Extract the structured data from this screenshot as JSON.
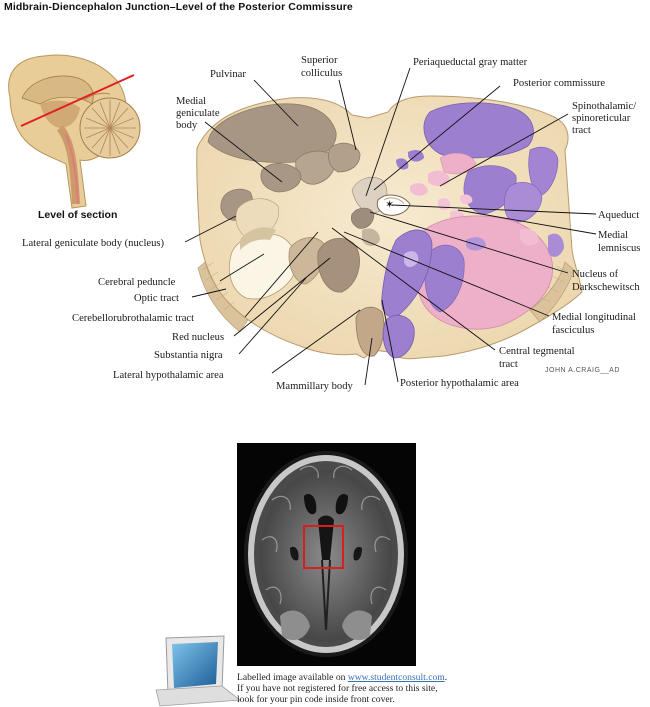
{
  "title": "Midbrain-Diencephalon Junction–Level of the Posterior Commissure",
  "inset_label": "Level of section",
  "labels": {
    "pulvinar": "Pulvinar",
    "superior_colliculus_1": "Superior",
    "superior_colliculus_2": "colliculus",
    "periaqueductal": "Periaqueductal gray matter",
    "posterior_commissure": "Posterior commissure",
    "medial_geniculate_1": "Medial",
    "medial_geniculate_2": "geniculate",
    "medial_geniculate_3": "body",
    "spinothalamic_1": "Spinothalamic/",
    "spinothalamic_2": "spinoreticular",
    "spinothalamic_3": "tract",
    "aqueduct": "Aqueduct",
    "medial_lemniscus_1": "Medial",
    "medial_lemniscus_2": "lemniscus",
    "lateral_geniculate": "Lateral geniculate body (nucleus)",
    "darkschewitsch_1": "Nucleus of",
    "darkschewitsch_2": "Darkschewitsch",
    "cerebral_peduncle": "Cerebral peduncle",
    "optic_tract": "Optic tract",
    "cerebellorubrothalamic": "Cerebellorubrothalamic tract",
    "mlf_1": "Medial longitudinal",
    "mlf_2": "fasciculus",
    "red_nucleus": "Red nucleus",
    "central_tegmental_1": "Central tegmental",
    "central_tegmental_2": "tract",
    "substantia_nigra": "Substantia nigra",
    "lateral_hypothalamic": "Lateral hypothalamic area",
    "mammillary": "Mammillary body",
    "posterior_hypothalamic": "Posterior hypothalamic area"
  },
  "signature": "JOHN A.CRAIG__AD",
  "footer": {
    "line1_prefix": "Labelled image available on ",
    "link": "www.studentconsult.com",
    "line1_suffix": ".",
    "line2": "If you have not registered for free access to this site,",
    "line3": "look for your pin code inside front cover."
  },
  "colors": {
    "tissue": "#f3e4c4",
    "gray_nuclei": "#a79682",
    "purple_tracts": "#9d7fcf",
    "pink_tracts": "#eeb0c8",
    "mri_box": "#d81e1e",
    "section_line": "#e02020"
  }
}
